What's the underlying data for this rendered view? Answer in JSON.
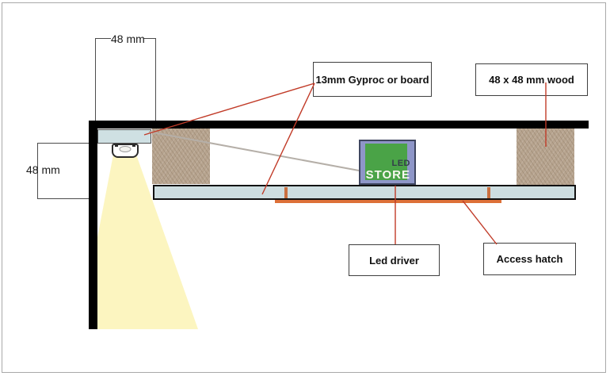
{
  "diagram": {
    "dimensions": {
      "top_label": "48 mm",
      "left_label": "48 mm"
    },
    "callouts": {
      "gyproc": "13mm Gyproc or board",
      "wood": "48 x 48 mm wood",
      "driver": "Led driver",
      "hatch": "Access hatch"
    },
    "logo": {
      "line1": "LED",
      "line2": "STORE"
    },
    "colors": {
      "structure_black": "#000000",
      "board_blue": "#cfe0e3",
      "wood_tan": "#b7a48f",
      "hatch_orange": "#dd7038",
      "callout_line_red": "#c13b28",
      "cable_gray": "#b5afa8",
      "light_yellow": "#fcf5c0",
      "logo_green": "#4aa347",
      "logo_periwinkle": "#8e96c8",
      "label_border_gray": "#3f3f3f",
      "page_frame_gray": "#a9a9a9"
    }
  }
}
